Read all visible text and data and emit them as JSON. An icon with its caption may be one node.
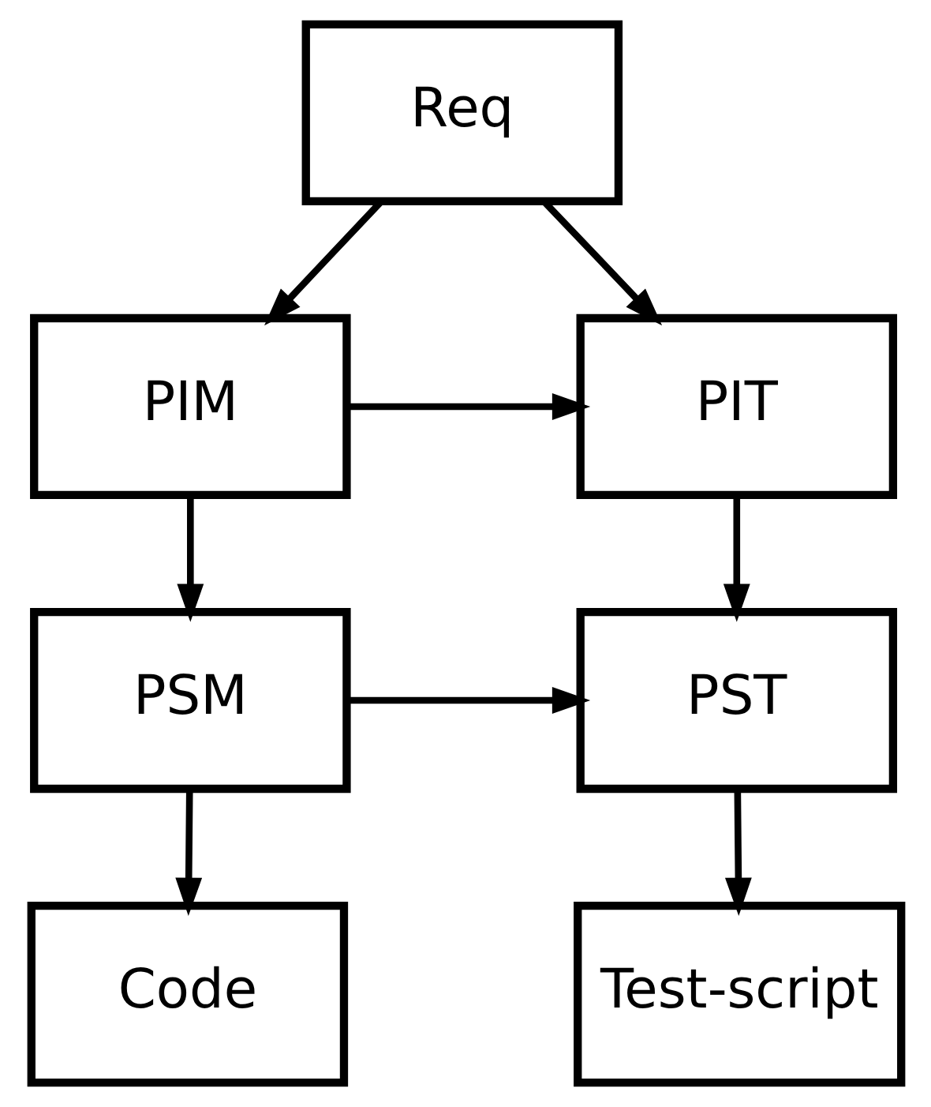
{
  "diagram": {
    "nodes": [
      {
        "text": [
          "Req"
        ]
      },
      {
        "text": [
          "PIM"
        ]
      },
      {
        "text": [
          "PIT"
        ]
      },
      {
        "text": [
          "PSM"
        ]
      },
      {
        "text": [
          "PST"
        ]
      },
      {
        "text": [
          "Code"
        ]
      },
      {
        "text": [
          "Test-script"
        ]
      }
    ],
    "edges": [
      {
        "from": 0,
        "to": 1,
        "arrow": "to"
      },
      {
        "from": 0,
        "to": 2,
        "arrow": "to"
      },
      {
        "from": 1,
        "to": 2,
        "arrow": "to"
      },
      {
        "from": 1,
        "to": 3,
        "arrow": "to"
      },
      {
        "from": 2,
        "to": 4,
        "arrow": "to"
      },
      {
        "from": 3,
        "to": 4,
        "arrow": "to"
      },
      {
        "from": 3,
        "to": 5,
        "arrow": "to"
      },
      {
        "from": 4,
        "to": 6,
        "arrow": "to"
      }
    ]
  }
}
